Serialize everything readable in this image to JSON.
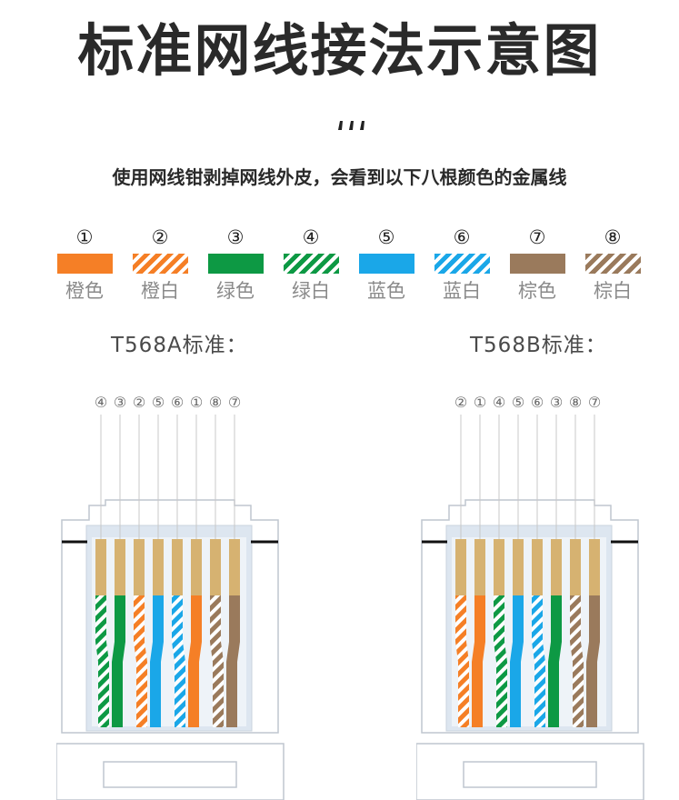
{
  "title": "标准网线接法示意图",
  "subtitle": "使用网线钳剥掉网线外皮，会看到以下八根颜色的金属线",
  "colors": {
    "orange": "#f57f26",
    "green": "#0d9944",
    "blue": "#1aa7e8",
    "brown": "#9a7a5c",
    "gold": "#d6b271",
    "housing_glass": "#dde6f0",
    "text_dark": "#2a2a2a",
    "text_gray": "#8a8a8a"
  },
  "legend": [
    {
      "num": "①",
      "label": "橙色",
      "color": "orange",
      "striped": false
    },
    {
      "num": "②",
      "label": "橙白",
      "color": "orange",
      "striped": true
    },
    {
      "num": "③",
      "label": "绿色",
      "color": "green",
      "striped": false
    },
    {
      "num": "④",
      "label": "绿白",
      "color": "green",
      "striped": true
    },
    {
      "num": "⑤",
      "label": "蓝色",
      "color": "blue",
      "striped": false
    },
    {
      "num": "⑥",
      "label": "蓝白",
      "color": "blue",
      "striped": true
    },
    {
      "num": "⑦",
      "label": "棕色",
      "color": "brown",
      "striped": false
    },
    {
      "num": "⑧",
      "label": "棕白",
      "color": "brown",
      "striped": true
    }
  ],
  "standards": [
    {
      "id": "a",
      "title": "T568A标准：",
      "order": [
        "④",
        "③",
        "②",
        "⑤",
        "⑥",
        "①",
        "⑧",
        "⑦"
      ]
    },
    {
      "id": "b",
      "title": "T568B标准：",
      "order": [
        "②",
        "①",
        "④",
        "⑤",
        "⑥",
        "③",
        "⑧",
        "⑦"
      ]
    }
  ]
}
